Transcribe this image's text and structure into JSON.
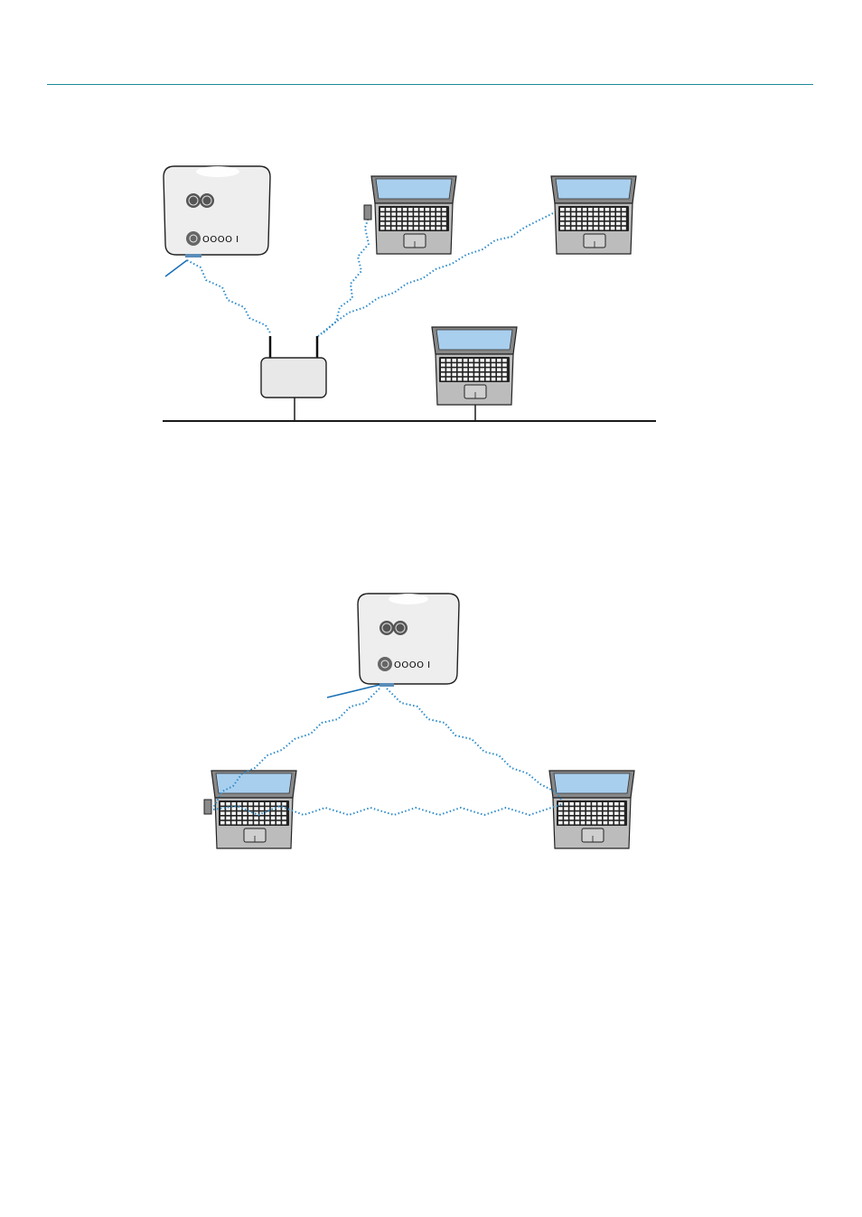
{
  "colors": {
    "header_rule": "#1a8a99",
    "wireless_link": "#2e8bc9",
    "lan_cable": "#1a1a1a",
    "pointer_line": "#1b70b5",
    "laptop_screen": "#a9cfee",
    "laptop_body": "#bcbcbc",
    "projector_body": "#eeeeee",
    "router_body": "#e8e8e8"
  },
  "projector": {
    "panel_text": "OOOO I",
    "icons": [
      "lens-icon",
      "focus-dial-icon",
      "control-pad-icon"
    ]
  },
  "diagrams": [
    {
      "mode": "infrastructure",
      "devices": [
        "projector",
        "access-point",
        "laptop-wireless-card",
        "laptop-wireless",
        "laptop-wired"
      ],
      "links": [
        "projector-to-access-point",
        "laptop-card-to-access-point",
        "laptop-to-access-point",
        "access-point-to-lan",
        "laptop-to-lan"
      ]
    },
    {
      "mode": "ad-hoc",
      "devices": [
        "projector",
        "laptop-wireless-card",
        "laptop-wireless"
      ],
      "links": [
        "projector-to-laptop-left",
        "projector-to-laptop-right",
        "laptop-to-laptop"
      ]
    }
  ]
}
